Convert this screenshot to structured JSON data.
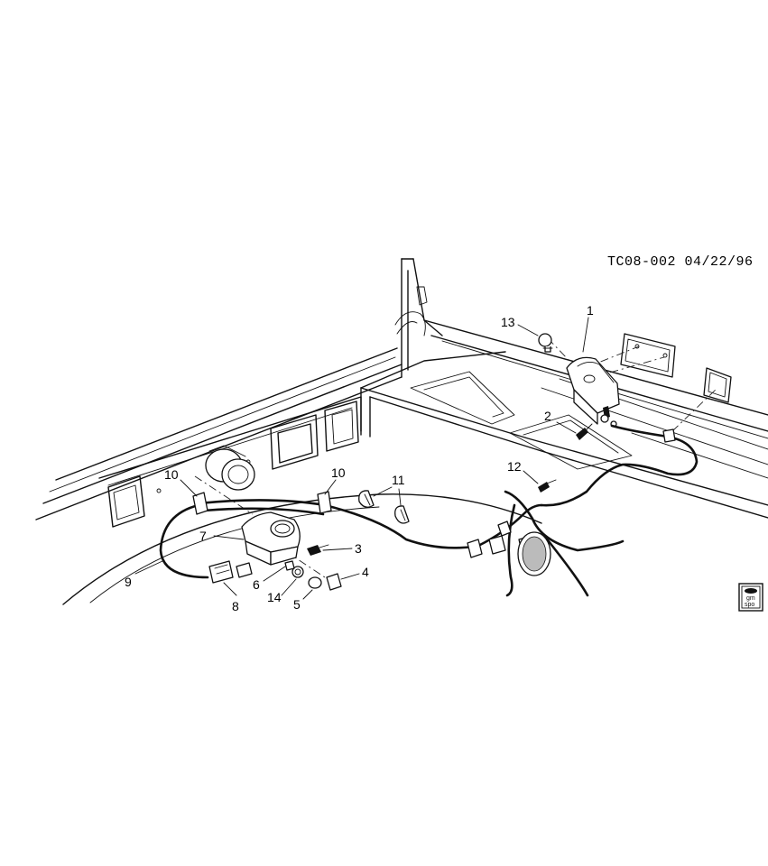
{
  "reference_code": "TC08-002 04/22/96",
  "callouts": [
    "1",
    "2",
    "3",
    "4",
    "5",
    "6",
    "7",
    "8",
    "9",
    "10",
    "10",
    "11",
    "12",
    "13",
    "14"
  ],
  "logo": {
    "line1": "gm",
    "line2": "spo"
  }
}
